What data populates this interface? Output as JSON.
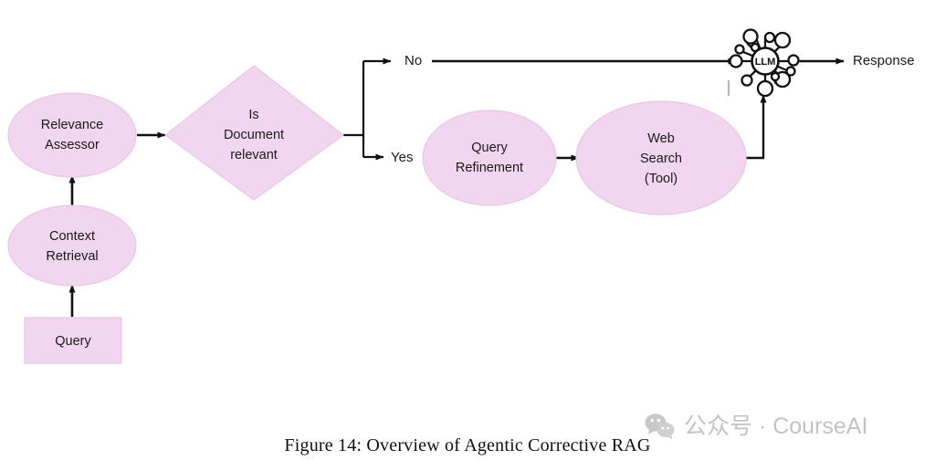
{
  "figure": {
    "caption": "Figure 14: Overview of Agentic Corrective RAG",
    "background": "#ffffff"
  },
  "style": {
    "node_fill": "#f2d5ef",
    "node_stroke": "#e8c7e4",
    "arrow_color": "#111111",
    "text_color": "#1a1a1a",
    "watermark_color": "#c3c3c3"
  },
  "nodes": [
    {
      "id": "query",
      "shape": "rectangle",
      "label": "Query"
    },
    {
      "id": "context-retrieval",
      "shape": "ellipse",
      "label_line1": "Context",
      "label_line2": "Retrieval"
    },
    {
      "id": "relevance-assessor",
      "shape": "ellipse",
      "label_line1": "Relevance",
      "label_line2": "Assessor"
    },
    {
      "id": "is-document-relevant",
      "shape": "diamond",
      "label_line1": "Is",
      "label_line2": "Document",
      "label_line3": "relevant"
    },
    {
      "id": "query-refinement",
      "shape": "ellipse",
      "label_line1": "Query",
      "label_line2": "Refinement"
    },
    {
      "id": "web-search-tool",
      "shape": "ellipse",
      "label_line1": "Web",
      "label_line2": "Search",
      "label_line3": "(Tool)"
    },
    {
      "id": "llm",
      "shape": "network-icon",
      "label": "LLM"
    }
  ],
  "branches": {
    "no_label": "No",
    "yes_label": "Yes"
  },
  "output": {
    "response_label": "Response"
  },
  "watermark": {
    "icon": "wechat-icon",
    "text": "公众号 · CourseAI"
  }
}
